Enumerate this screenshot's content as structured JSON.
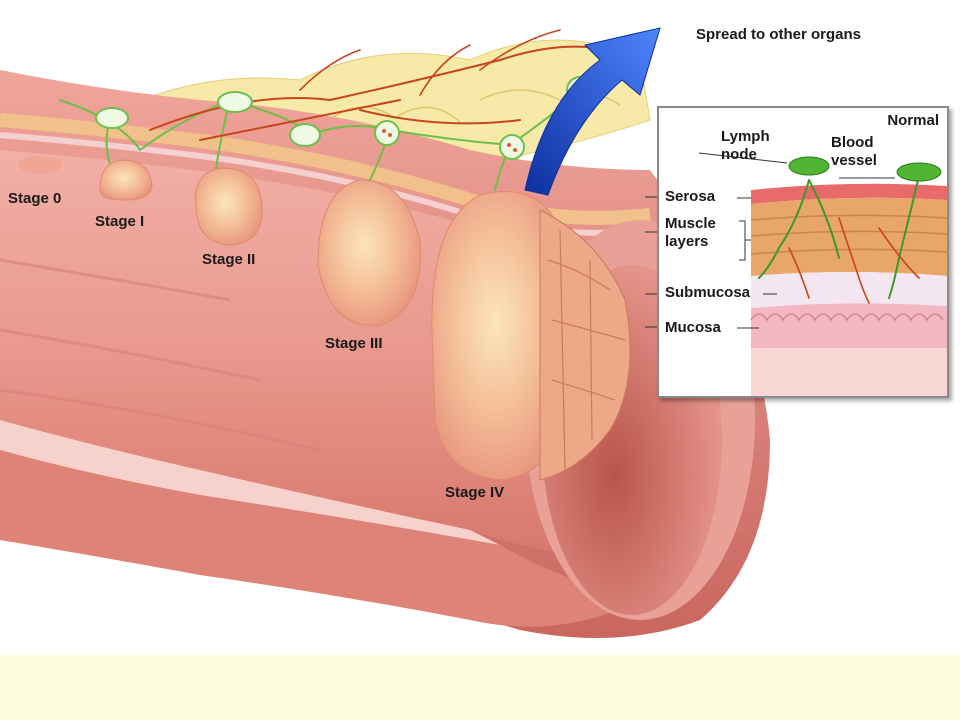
{
  "colon_labels": {
    "spread": "Spread to other organs",
    "stage0": "Stage 0",
    "stage1": "Stage I",
    "stage2": "Stage II",
    "stage3": "Stage III",
    "stage4": "Stage IV"
  },
  "inset": {
    "title": "Normal",
    "lymph_node": "Lymph node",
    "blood_vessel": "Blood vessel",
    "serosa": "Serosa",
    "muscle_layers": "Muscle layers",
    "submucosa": "Submucosa",
    "mucosa": "Mucosa"
  },
  "colors": {
    "tissue": "#e88f86",
    "tissue_dark": "#c9675f",
    "fat": "#f7e9a8",
    "muscle": "#e8a66a",
    "lymph": "#6cc04a",
    "vessel": "#c8441e",
    "arrow": "#1d4fd1",
    "tumor": "#f3b593",
    "footer": "#fffde0"
  }
}
